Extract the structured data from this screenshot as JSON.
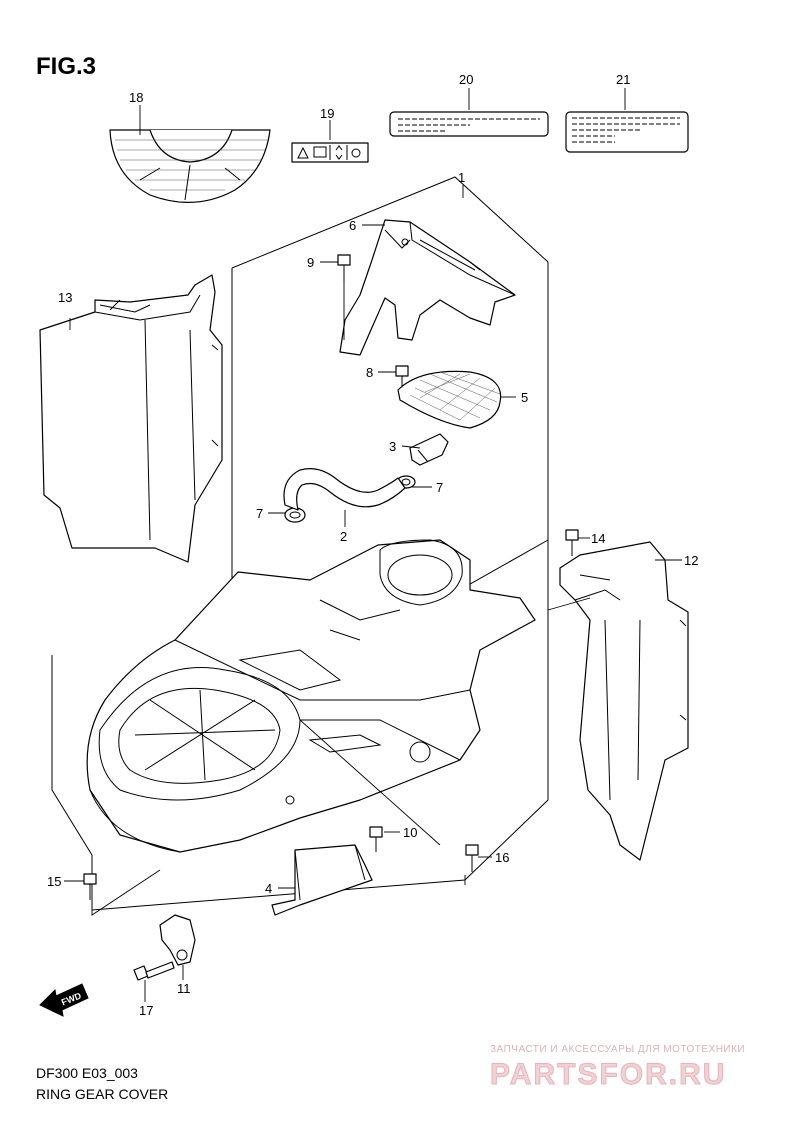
{
  "figure": {
    "title": "FIG.3"
  },
  "caption": {
    "model": "DF300 E03_003",
    "name": "RING GEAR COVER"
  },
  "watermark": {
    "small": "ЗАПЧАСТИ И АКСЕССУАРЫ ДЛЯ МОТОТЕХНИКИ",
    "big": "PARTSFOR.RU"
  },
  "fwd_label": "FWD",
  "part_numbers": [
    "1",
    "2",
    "3",
    "4",
    "5",
    "6",
    "7",
    "7",
    "8",
    "9",
    "10",
    "11",
    "12",
    "13",
    "14",
    "15",
    "16",
    "17",
    "18",
    "19",
    "20",
    "21"
  ],
  "colors": {
    "line": "#000000",
    "background": "#ffffff",
    "watermark": "#e6b5ba"
  }
}
